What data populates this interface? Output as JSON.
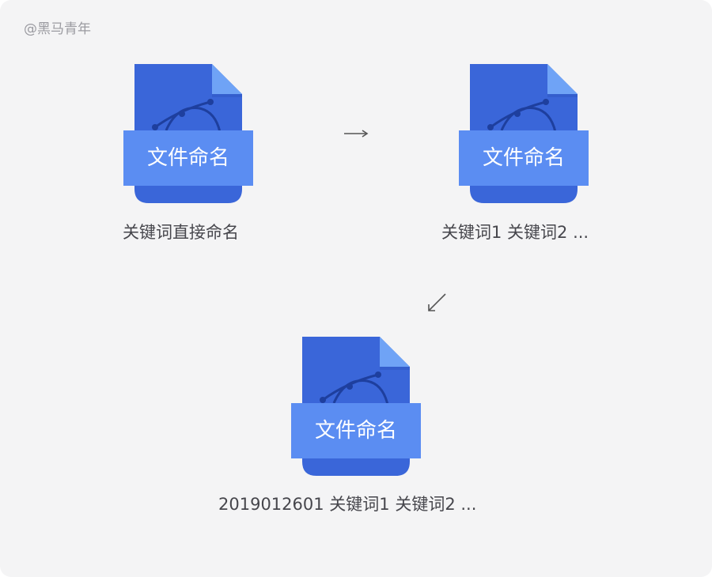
{
  "watermark": "@黑马青年",
  "file_icon_label": "文件命名",
  "steps": [
    {
      "caption": "关键词直接命名"
    },
    {
      "caption": "关键词1 关键词2 ..."
    },
    {
      "caption": "2019012601 关键词1 关键词2 ..."
    }
  ],
  "colors": {
    "card_bg": "#f4f4f5",
    "file_body": "#3a66d9",
    "file_fold": "#6fa3f6",
    "label_band": "#5b8df2",
    "curve": "#1e3f9e",
    "arrow": "#555555",
    "caption": "#46464c"
  },
  "icons": [
    "file-vector-icon",
    "arrow-right-icon",
    "arrow-down-left-icon"
  ]
}
